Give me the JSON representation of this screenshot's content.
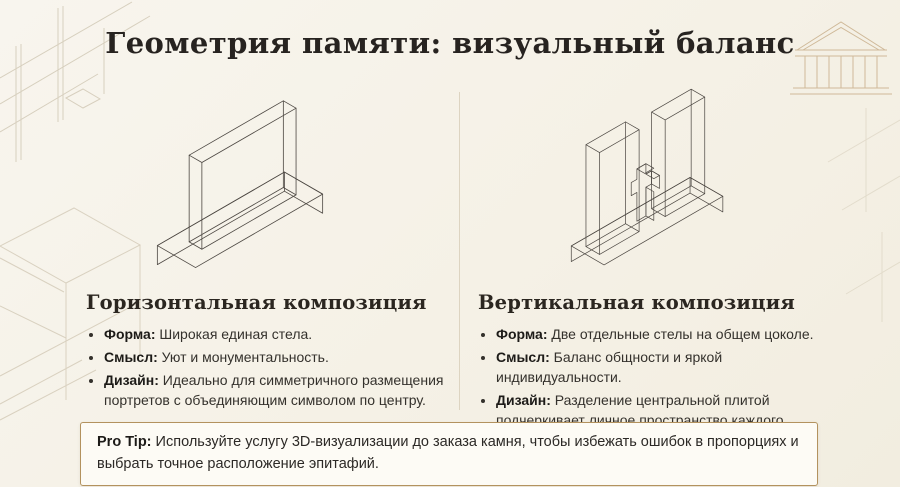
{
  "title": "Геометрия памяти: визуальный баланс",
  "columns": [
    {
      "heading": "Горизонтальная композиция",
      "bullets": [
        {
          "label": "Форма:",
          "text": " Широкая единая стела."
        },
        {
          "label": "Смысл:",
          "text": " Уют и монументальность."
        },
        {
          "label": "Дизайн:",
          "text": " Идеально для симметричного размещения портретов с объединяющим символом по центру."
        }
      ]
    },
    {
      "heading": "Вертикальная композиция",
      "bullets": [
        {
          "label": "Форма:",
          "text": " Две отдельные стелы на общем цоколе."
        },
        {
          "label": "Смысл:",
          "text": " Баланс общности и яркой индивидуальности."
        },
        {
          "label": "Дизайн:",
          "text": " Разделение центральной плитой подчеркивает личное пространство каждого."
        }
      ]
    }
  ],
  "pro_tip": {
    "label": "Pro Tip:",
    "text": " Используйте услугу 3D-визуализации до заказа камня, чтобы избежать ошибок в пропорциях и выбрать точное расположение эпитафий."
  },
  "illustrations": [
    {
      "name": "horizontal-monument",
      "description": "wide single stela on plinth, isometric wireframe"
    },
    {
      "name": "vertical-monument",
      "description": "two vertical stelas with cross on common plinth, isometric wireframe"
    }
  ],
  "colors": {
    "background": "#f6f2e9",
    "ink": "#272320",
    "body_text": "#34312c",
    "line_art": "#4d4843",
    "sketch": "#d2c9b6",
    "sketch_accent": "#c6ac87",
    "tip_border": "#b3925e",
    "tip_background": "#fdfbf5"
  }
}
